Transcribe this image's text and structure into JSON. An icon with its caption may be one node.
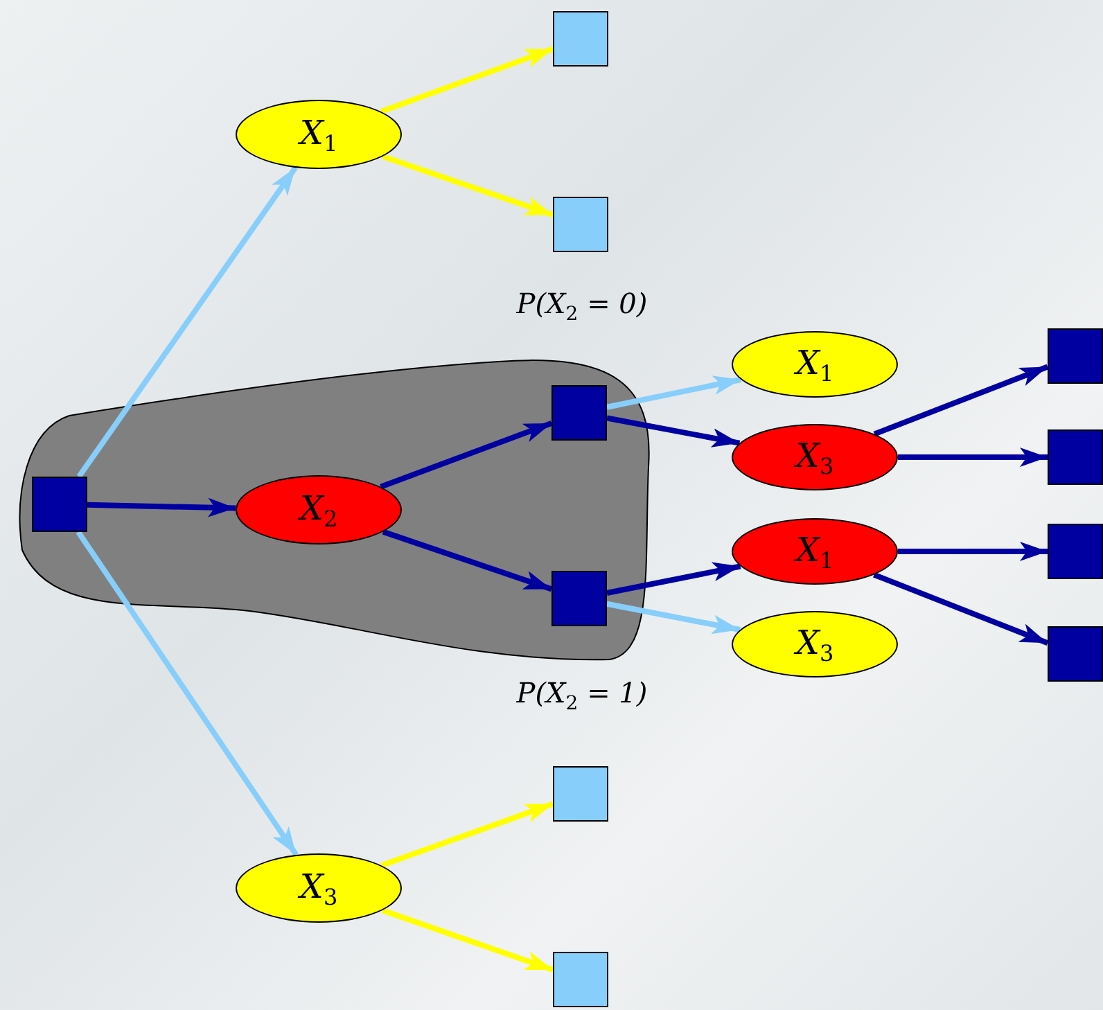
{
  "diagram": {
    "nodes": [
      {
        "text": [],
        "shape": "blob"
      },
      {
        "text": [],
        "shape": "box",
        "in": 0
      },
      {
        "text": [
          "X$_{1}$"
        ]
      },
      {
        "text": [],
        "shape": "box"
      },
      {
        "text": [],
        "shape": "box"
      },
      {
        "text": [
          "X$_{2}$"
        ],
        "in": 0
      },
      {
        "text": [],
        "shape": "box",
        "in": 0
      },
      {
        "text": [],
        "shape": "box",
        "in": 0
      },
      {
        "text": [
          "X$_{1}$"
        ]
      },
      {
        "text": [
          "X$_{3}$"
        ]
      },
      {
        "text": [
          "X$_{1}$"
        ]
      },
      {
        "text": [
          "X$_{3}$"
        ]
      },
      {
        "text": [],
        "shape": "box"
      },
      {
        "text": [],
        "shape": "box"
      },
      {
        "text": [],
        "shape": "box"
      },
      {
        "text": [],
        "shape": "box"
      },
      {
        "text": [
          "X$_{3}$"
        ]
      },
      {
        "text": [],
        "shape": "box"
      },
      {
        "text": [],
        "shape": "box"
      }
    ],
    "edges": [
      {
        "from": 1,
        "to": 2,
        "arrow": "to",
        "color": "#87cefa"
      },
      {
        "from": 1,
        "to": 5,
        "arrow": "to"
      },
      {
        "from": 1,
        "to": 16,
        "arrow": "to",
        "color": "#87cefa"
      },
      {
        "from": 2,
        "to": 3,
        "arrow": "to",
        "color": "#ffff00"
      },
      {
        "from": 2,
        "to": 4,
        "arrow": "to",
        "color": "#ffff00"
      },
      {
        "from": 5,
        "to": 6,
        "arrow": "to"
      },
      {
        "from": 5,
        "to": 7,
        "arrow": "to"
      },
      {
        "from": 6,
        "to": 8,
        "arrow": "to",
        "color": "#87cefa"
      },
      {
        "from": 6,
        "to": 9,
        "arrow": "to"
      },
      {
        "from": 7,
        "to": 10,
        "arrow": "to"
      },
      {
        "from": 7,
        "to": 11,
        "arrow": "to",
        "color": "#87cefa"
      },
      {
        "from": 9,
        "to": 12,
        "arrow": "to"
      },
      {
        "from": 9,
        "to": 13,
        "arrow": "to"
      },
      {
        "from": 10,
        "to": 14,
        "arrow": "to"
      },
      {
        "from": 10,
        "to": 15,
        "arrow": "to"
      },
      {
        "from": 16,
        "to": 17,
        "arrow": "to",
        "color": "#ffff00"
      },
      {
        "from": 16,
        "to": 18,
        "arrow": "to",
        "color": "#ffff00"
      }
    ],
    "labels": [
      "P(X$_{2}$ = 0)",
      "P(X$_{2}$ = 1)"
    ]
  }
}
